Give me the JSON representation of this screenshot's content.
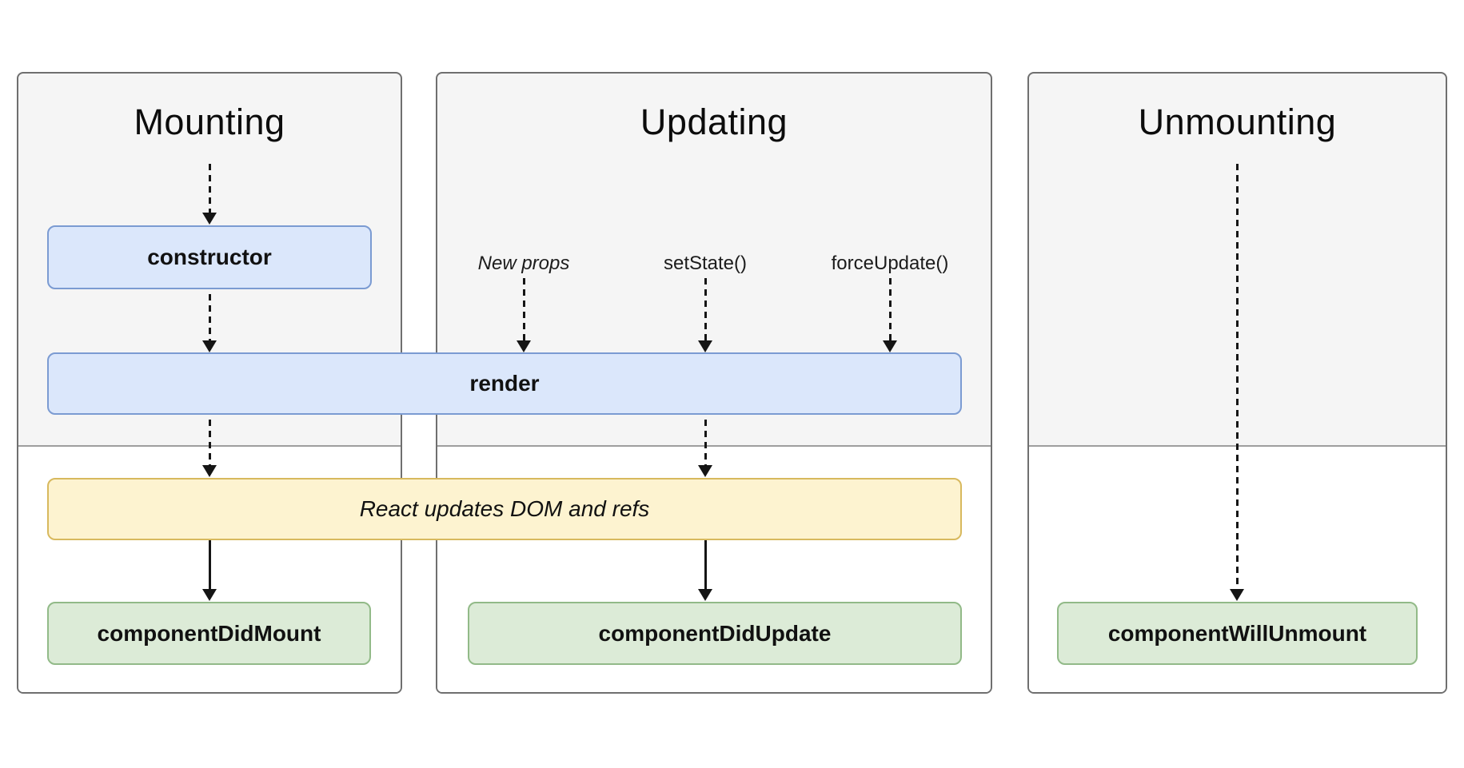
{
  "titles": {
    "mounting": "Mounting",
    "updating": "Updating",
    "unmounting": "Unmounting"
  },
  "boxes": {
    "constructor": "constructor",
    "render": "render",
    "react_updates": "React updates DOM and refs",
    "component_did_mount": "componentDidMount",
    "component_did_update": "componentDidUpdate",
    "component_will_unmount": "componentWillUnmount"
  },
  "update_triggers": {
    "new_props": "New props",
    "set_state": "setState()",
    "force_update": "forceUpdate()"
  },
  "colors": {
    "column_fill": "#f5f5f5",
    "column_border": "#6f6f6f",
    "phase_divider": "#9e9e9e",
    "lifecycle_box_fill": "#dbe7fb",
    "lifecycle_box_border": "#7b9bd2",
    "side_effect_fill": "#fdf3d0",
    "side_effect_border": "#d8b95e",
    "commit_box_fill": "#dcebd7",
    "commit_box_border": "#92ba88",
    "arrow_color": "#151515"
  }
}
